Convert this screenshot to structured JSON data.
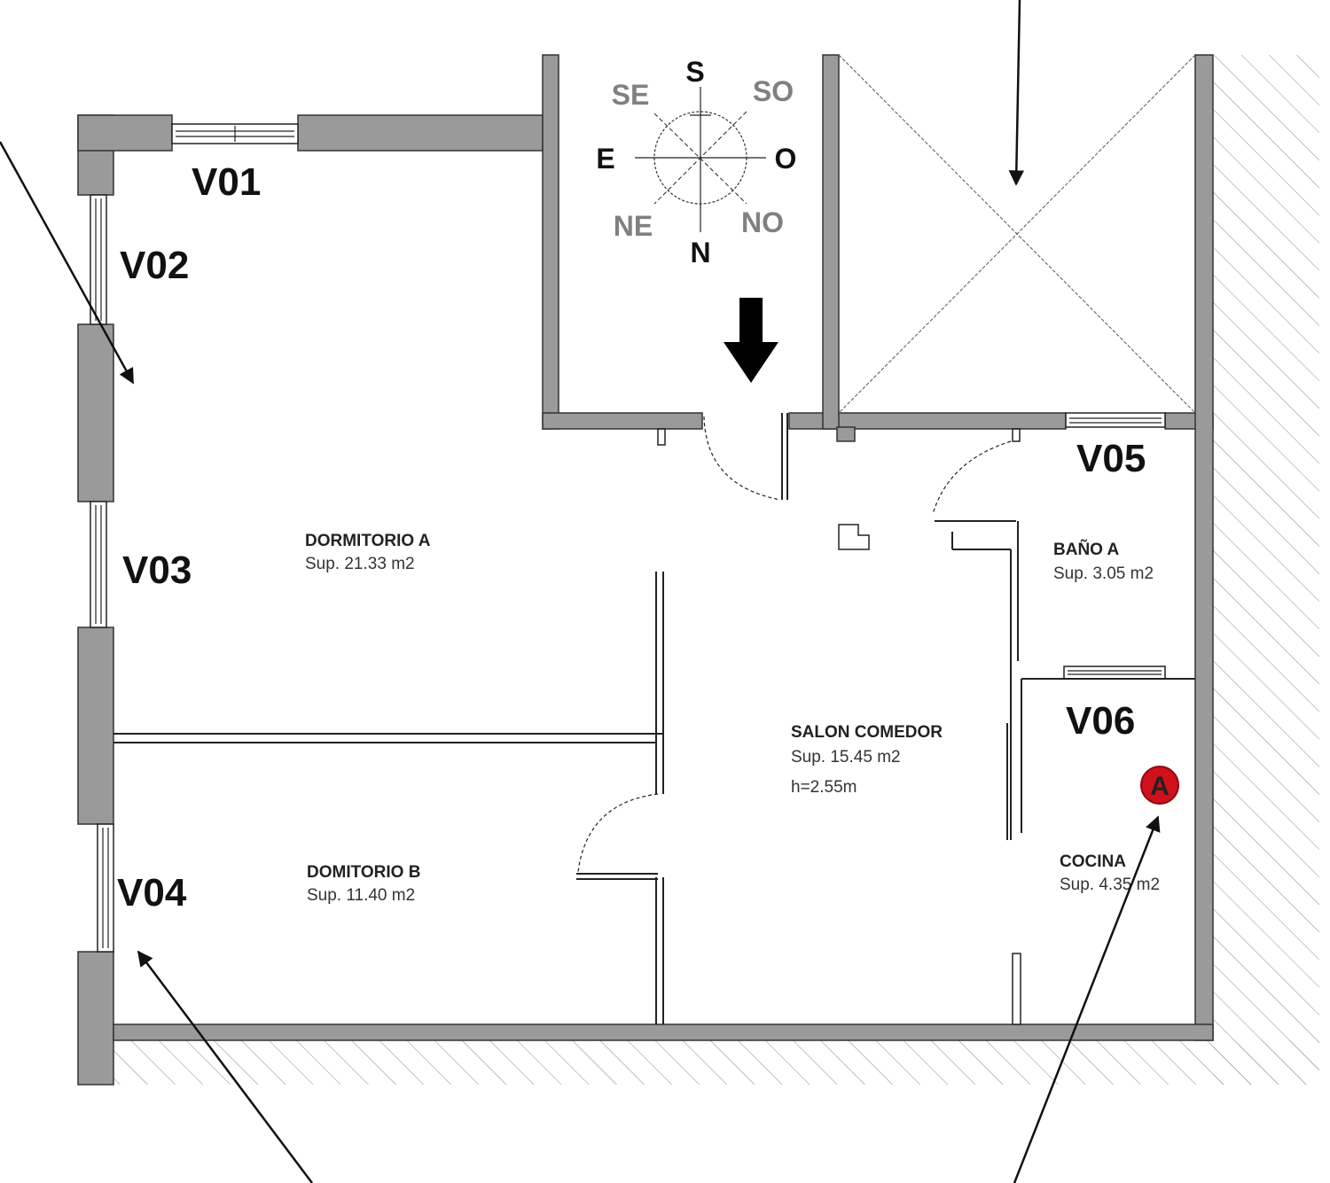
{
  "compass": {
    "north": "N",
    "south": "S",
    "east": "E",
    "west": "O",
    "northeast": "NE",
    "northwest": "NO",
    "southeast": "SE",
    "southwest": "SO"
  },
  "windows": [
    "V01",
    "V02",
    "V03",
    "V04",
    "V05",
    "V06"
  ],
  "rooms": {
    "dormitorio_a": {
      "name": "DORMITORIO A",
      "area": "Sup. 21.33 m2"
    },
    "dormitorio_b": {
      "name": "DOMITORIO B",
      "area": "Sup. 11.40 m2"
    },
    "salon": {
      "name": "SALON COMEDOR",
      "area": "Sup. 15.45 m2",
      "height": "h=2.55m"
    },
    "bano": {
      "name": "BAÑO A",
      "area": "Sup. 3.05 m2"
    },
    "cocina": {
      "name": "COCINA",
      "area": "Sup. 4.35 m2"
    }
  },
  "marker": {
    "label": "A",
    "color": "#d0101a"
  },
  "colors": {
    "wall": "#9a9a9a",
    "hatch": "#8a8a8a",
    "compass_light": "#808080"
  }
}
